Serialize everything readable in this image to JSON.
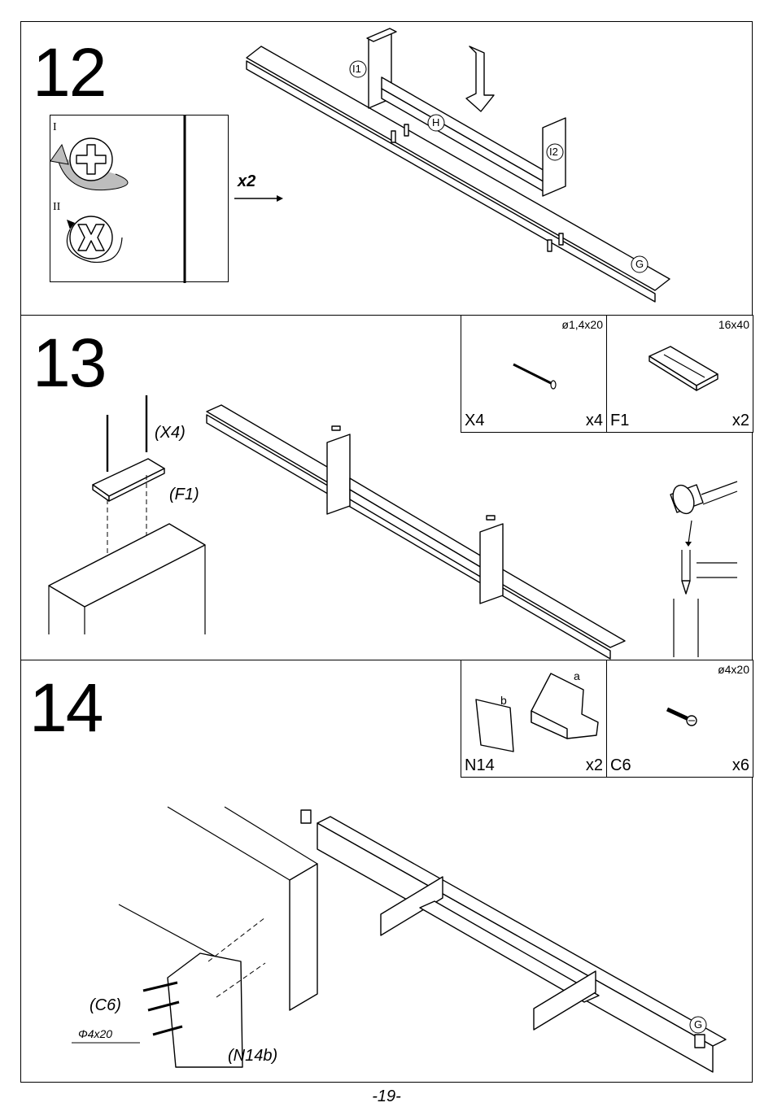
{
  "steps": [
    {
      "number": "12",
      "inset": {
        "phase_one": "I",
        "phase_two": "II"
      },
      "multiplier": "x2",
      "labels": {
        "post_left": "I1",
        "post_right": "I2",
        "crossbar": "H",
        "rail": "G"
      }
    },
    {
      "number": "13",
      "callouts": {
        "nails": "(X4)",
        "pad": "(F1)"
      },
      "parts": [
        {
          "code": "X4",
          "qty": "x4",
          "spec": "ø1,4x20"
        },
        {
          "code": "F1",
          "qty": "x2",
          "spec": "16x40"
        }
      ]
    },
    {
      "number": "14",
      "callouts": {
        "screw": "(C6)",
        "bracket": "(N14b)",
        "screw_spec": "Φ4x20"
      },
      "bracket_letters": {
        "a": "a",
        "b": "b"
      },
      "rail_label": "G",
      "parts": [
        {
          "code": "N14",
          "qty": "x2",
          "spec": ""
        },
        {
          "code": "C6",
          "qty": "x6",
          "spec": "ø4x20"
        }
      ]
    }
  ],
  "page_number": "-19-"
}
